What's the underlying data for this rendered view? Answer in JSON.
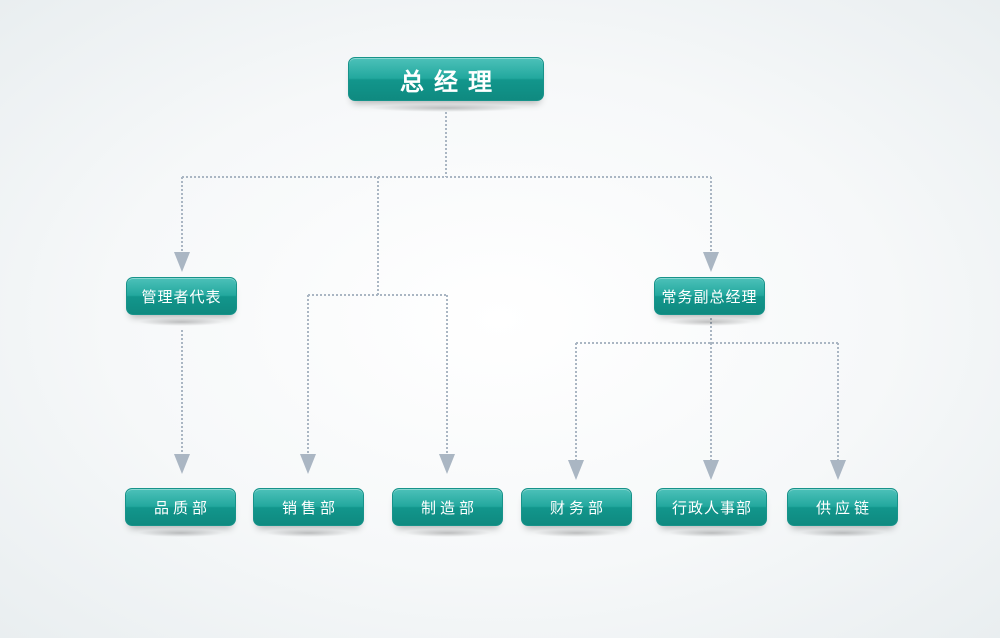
{
  "root": {
    "label": "总经理"
  },
  "management_rep": {
    "label": "管理者代表"
  },
  "deputy_gm": {
    "label": "常务副总经理"
  },
  "departments": {
    "quality": {
      "label": "品质部"
    },
    "sales": {
      "label": "销售部"
    },
    "manufacturing": {
      "label": "制造部"
    },
    "finance": {
      "label": "财务部"
    },
    "admin_hr": {
      "label": "行政人事部"
    },
    "supply_chain": {
      "label": "供应链"
    }
  },
  "colors": {
    "node_fill": "#1fa59b",
    "node_text": "#ffffff",
    "connector": "#aab6c3"
  }
}
